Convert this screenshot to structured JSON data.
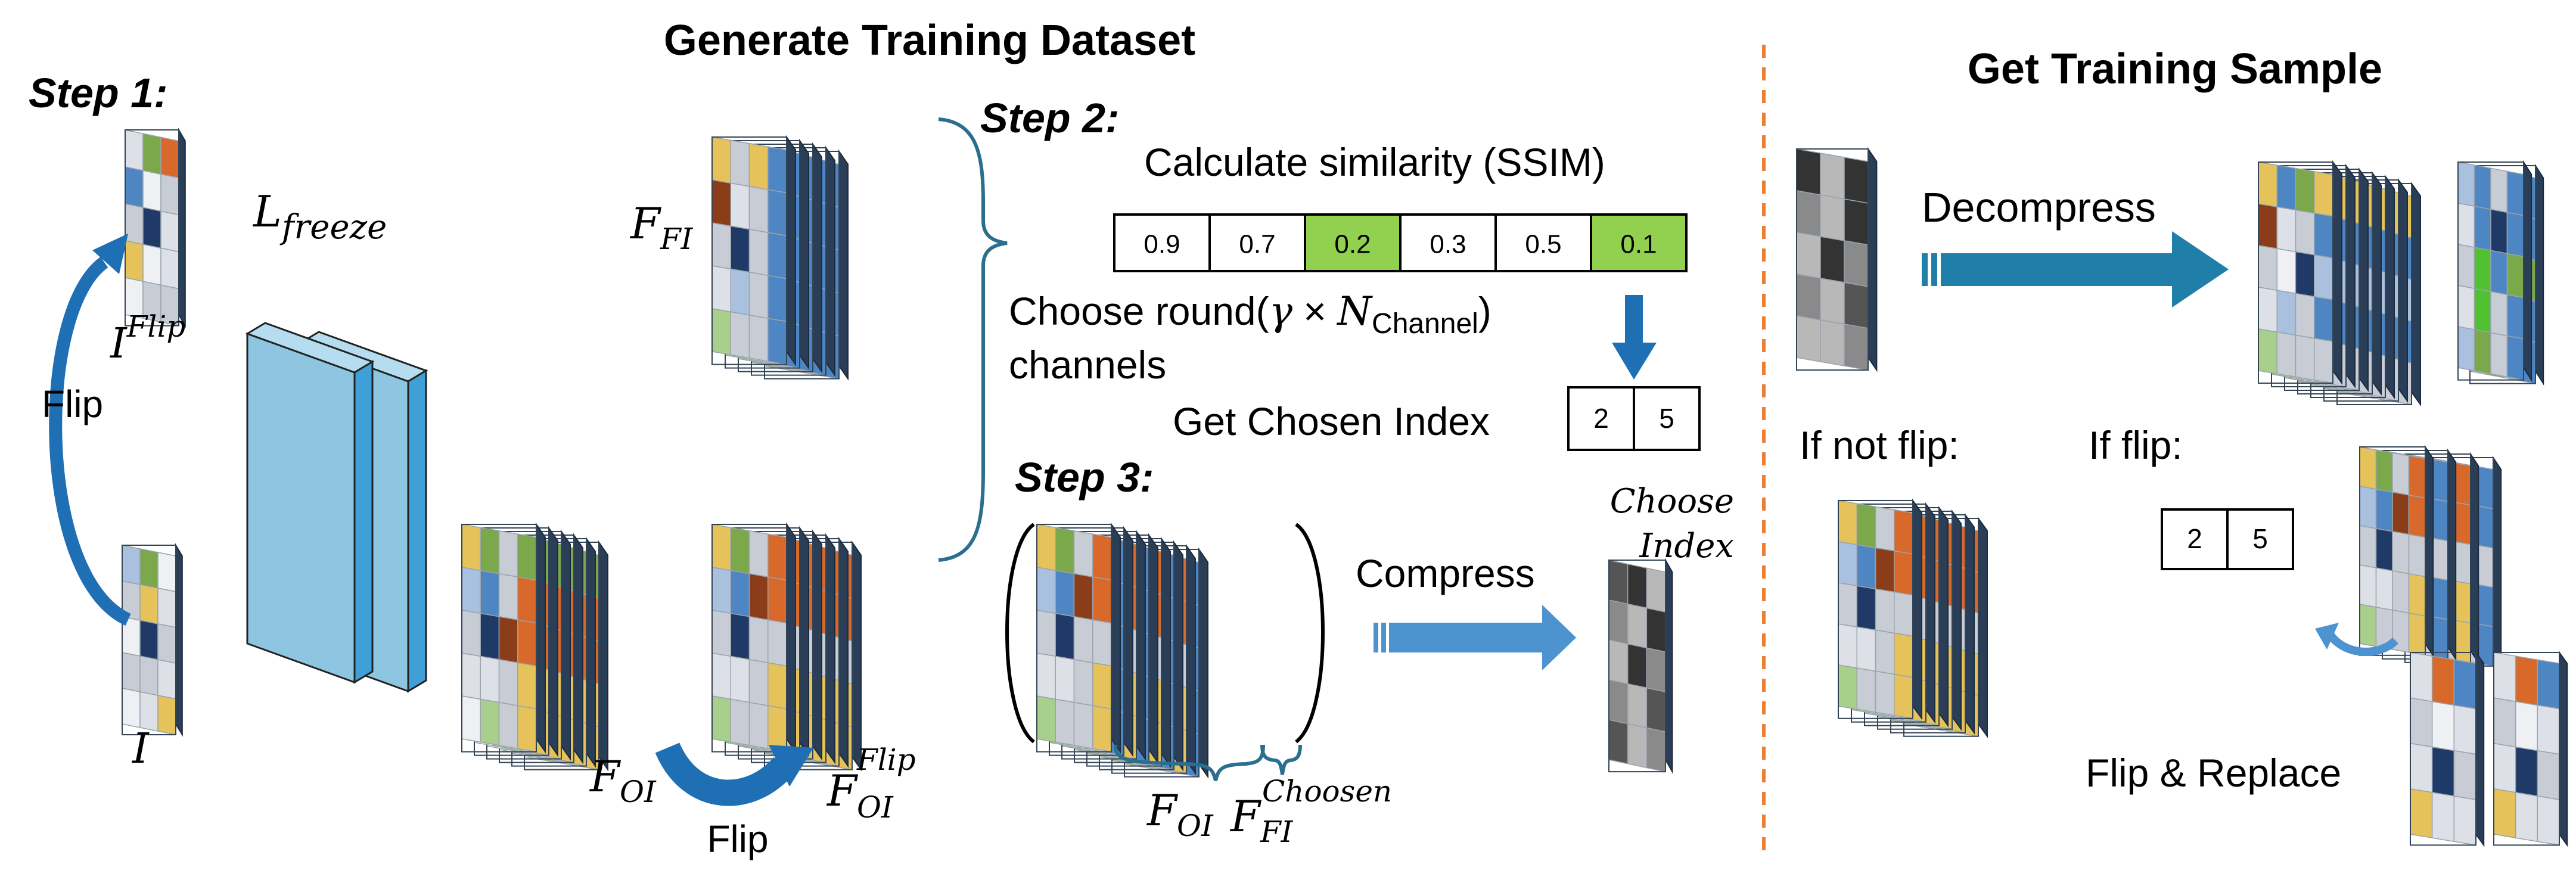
{
  "titles": {
    "generate": "Generate Training Dataset",
    "get_sample": "Get Training Sample"
  },
  "steps": {
    "step1": "Step 1:",
    "step2": "Step 2:",
    "step3": "Step 3:"
  },
  "step1": {
    "flip_label": "Flip",
    "i_flip_base": "I",
    "i_flip_sup": "Flip",
    "i_label": "I",
    "l_base": "L",
    "l_sub": "freeze",
    "f_oi_base": "F",
    "f_oi_sub": "OI",
    "f_oi_flip_base": "F",
    "f_oi_flip_sub": "OI",
    "f_oi_flip_sup": "Flip",
    "f_fi_base": "F",
    "f_fi_sub": "FI",
    "flip_bottom_label": "Flip"
  },
  "step2": {
    "calc_label": "Calculate similarity (SSIM)",
    "ssim_values": [
      "0.9",
      "0.7",
      "0.2",
      "0.3",
      "0.5",
      "0.1"
    ],
    "ssim_highlight": [
      false,
      false,
      true,
      false,
      true,
      true
    ],
    "choose_prefix": "Choose round(",
    "gamma": "γ",
    "times": " × ",
    "n_base": "N",
    "n_sub": "Channel",
    "choose_suffix": ")",
    "channels_word": "channels",
    "chosen_index_label": "Get Chosen Index",
    "chosen_index_values": [
      "2",
      "5"
    ]
  },
  "step3": {
    "compress_label": "Compress",
    "choose_index_line1": "Choose",
    "choose_index_line2": "Index",
    "f_oi_base": "F",
    "f_oi_sub": "OI",
    "f_fi_base": "F",
    "f_fi_sub": "FI",
    "f_fi_sup": "Choosen"
  },
  "sample": {
    "decompress_label": "Decompress",
    "if_not_flip": "If not flip:",
    "if_flip": "If flip:",
    "index_values": [
      "2",
      "5"
    ],
    "flip_replace": "Flip & Replace"
  },
  "colors": {
    "highlight_green": "#92d050",
    "arrow_blue": "#1f6fb4",
    "arrow_teal": "#1f7fa8",
    "divider_orange": "#ed7d31",
    "block_fill": "#9fcde8",
    "brace_color": "#2b6f8f"
  }
}
